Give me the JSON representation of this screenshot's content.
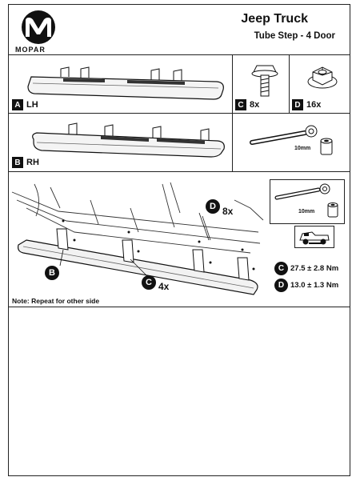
{
  "header": {
    "title": "Jeep Truck",
    "subtitle": "Tube Step - 4 Door",
    "brand": "MOPAR"
  },
  "parts": [
    {
      "letter": "A",
      "label": "LH"
    },
    {
      "letter": "B",
      "label": "RH"
    },
    {
      "letter": "C",
      "qty": "8x"
    },
    {
      "letter": "D",
      "qty": "16x"
    }
  ],
  "tool": {
    "socket_size": "10mm"
  },
  "install": {
    "callouts": [
      {
        "letter": "D",
        "qty": "8x"
      },
      {
        "letter": "C",
        "qty": "4x"
      },
      {
        "letter": "B",
        "qty": ""
      }
    ],
    "torque": [
      {
        "letter": "C",
        "value": "27.5 ± 2.8 Nm"
      },
      {
        "letter": "D",
        "value": "13.0 ± 1.3 Nm"
      }
    ],
    "note": "Note: Repeat for other side"
  },
  "colors": {
    "ink": "#111111",
    "paper": "#ffffff"
  }
}
